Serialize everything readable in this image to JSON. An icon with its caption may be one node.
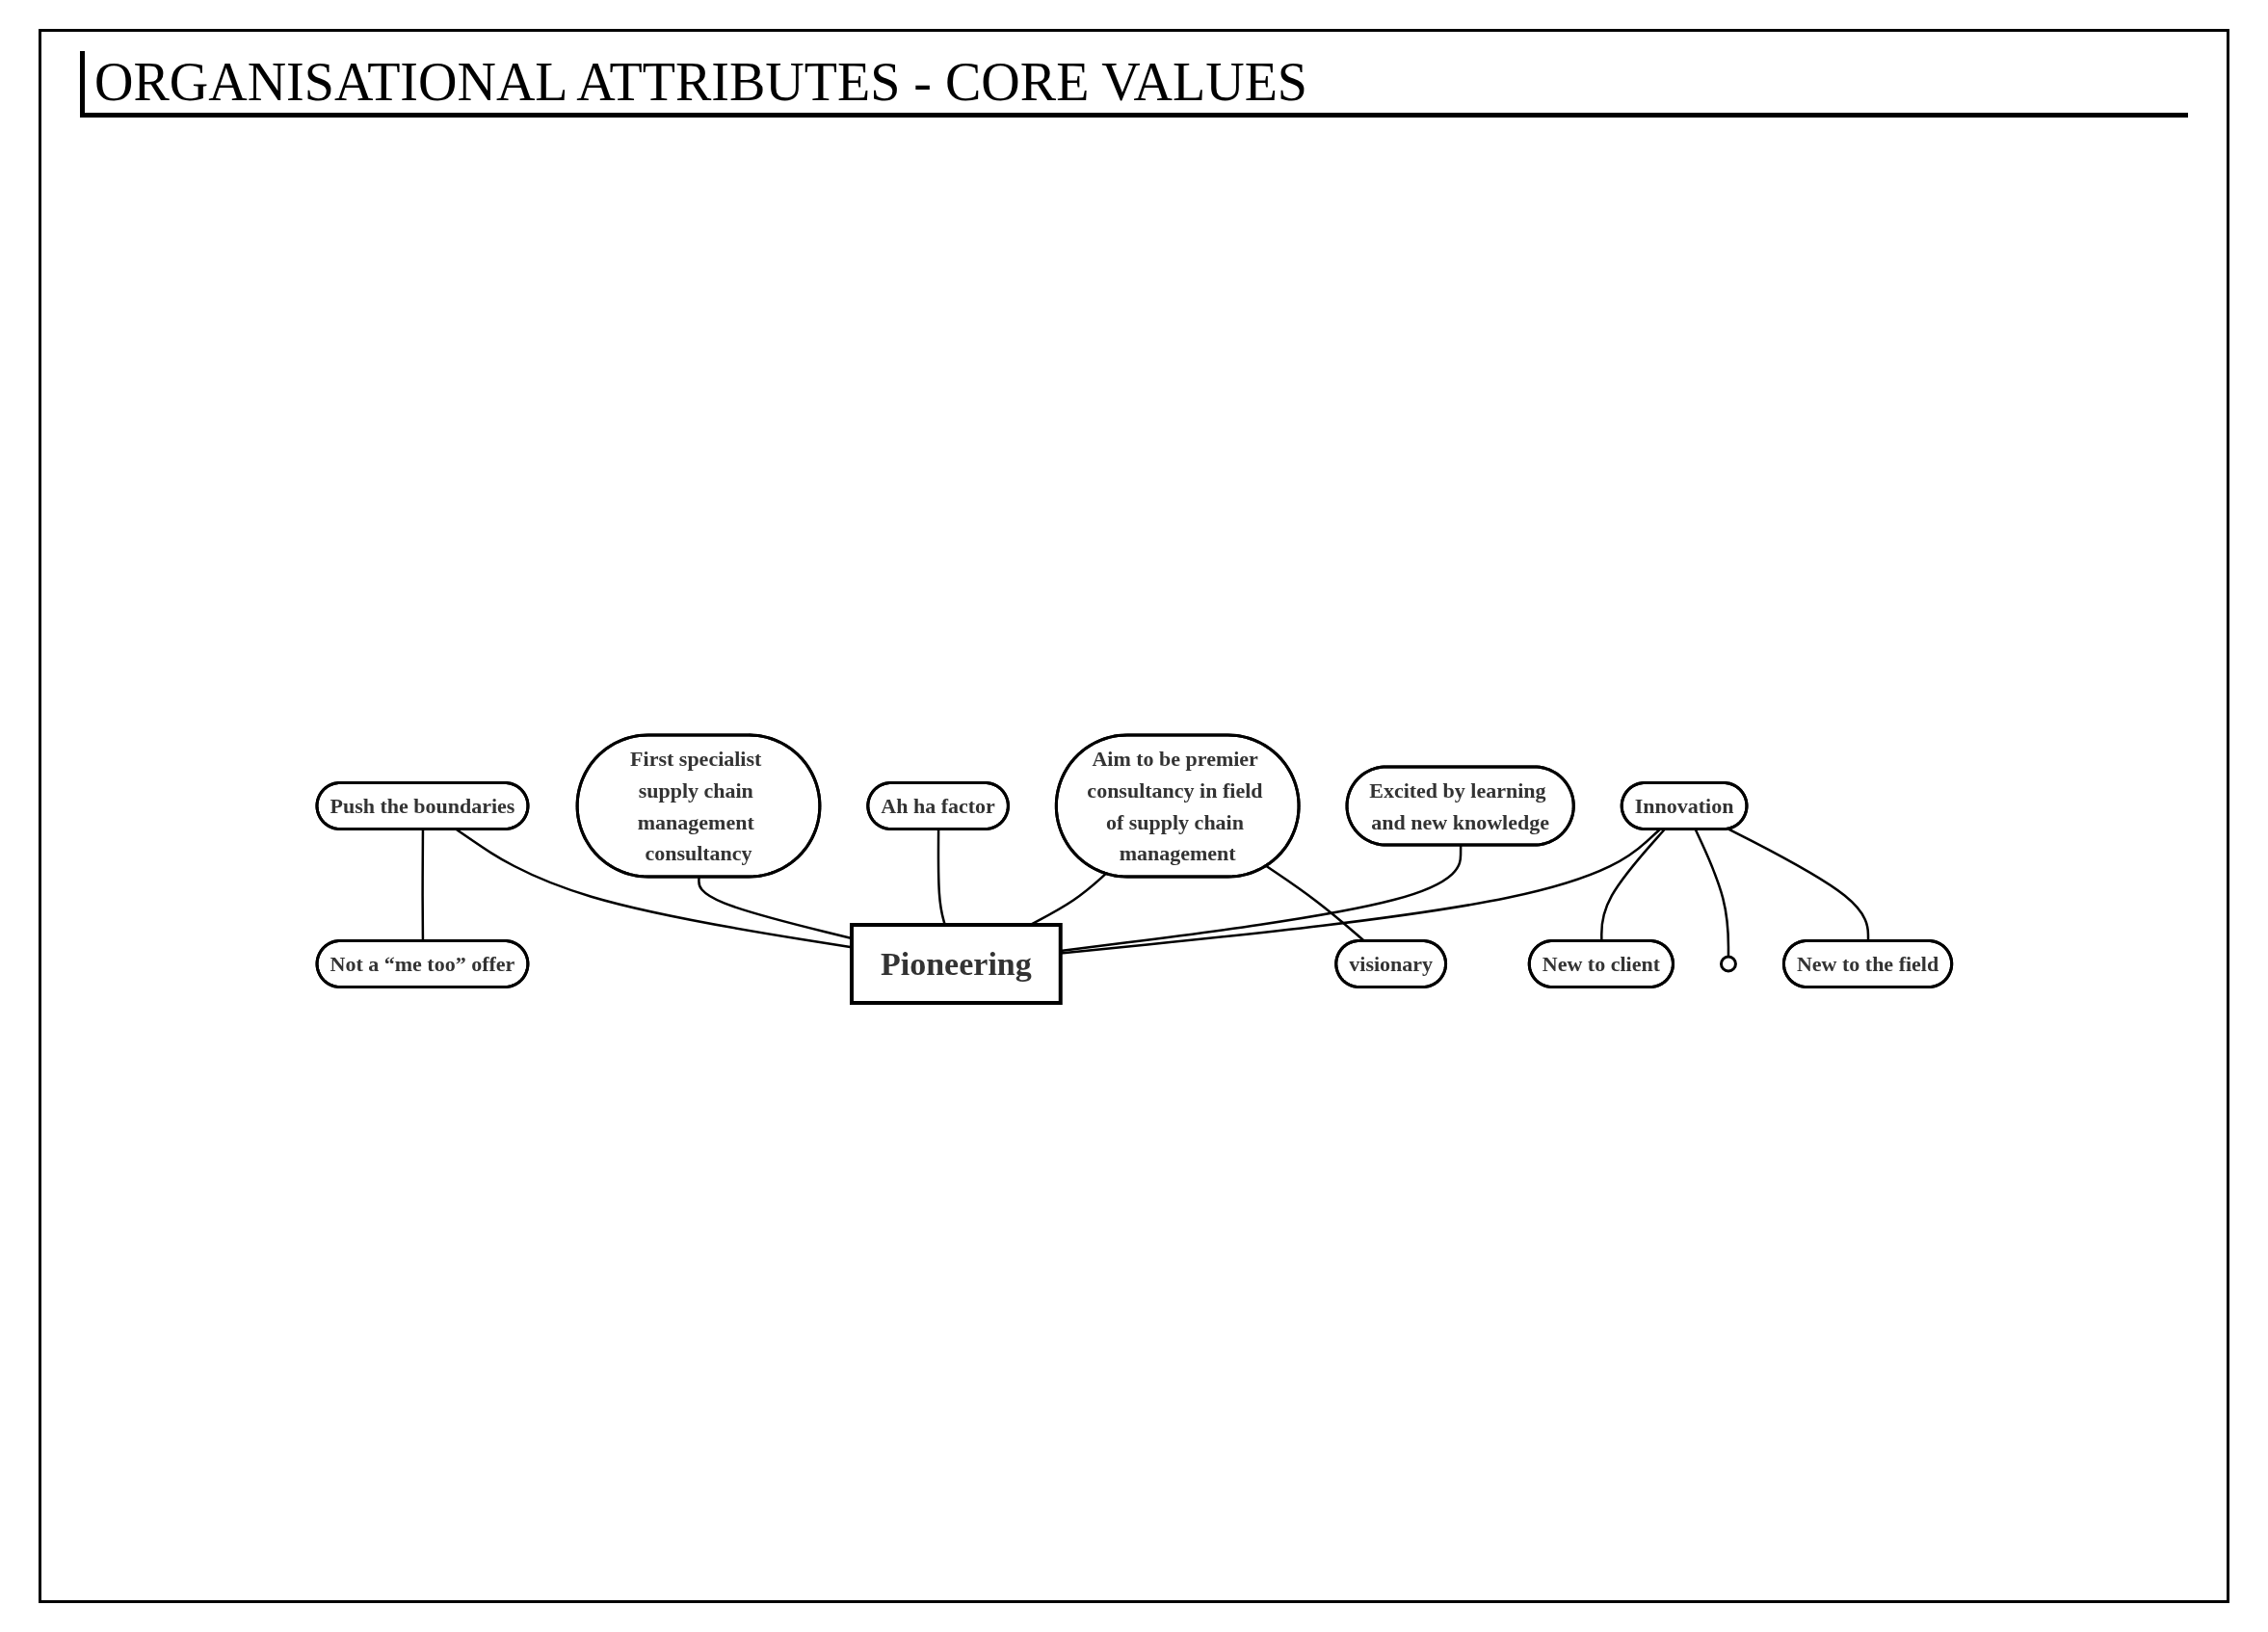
{
  "diagram": {
    "title": "ORGANISATIONAL ATTRIBUTES - CORE VALUES",
    "nodes": [
      {
        "text": [
          "Push the boundaries"
        ]
      },
      {
        "text": [
          "Not a “me too” offer"
        ]
      },
      {
        "text": [
          "Aim to be premier consultancy in field of supply chain management"
        ]
      },
      {
        "text": [
          "First specialist supply chain management consultancy"
        ]
      },
      {
        "text": [
          "visionary"
        ]
      },
      {
        "text": [
          "Pioneering"
        ]
      },
      {
        "text": [
          "Ah ha factor"
        ]
      },
      {
        "text": [
          "Innovation"
        ]
      },
      {
        "text": [
          "Excited by learning and new knowledge"
        ]
      },
      {
        "text": [
          "New to client"
        ]
      },
      {
        "text": [],
        "shape": "circle"
      },
      {
        "text": [
          "New to the field"
        ]
      }
    ],
    "edges": [
      {
        "from": 0,
        "to": 1,
        "arrow": "none"
      },
      {
        "from": 0,
        "to": 5,
        "arrow": "none"
      },
      {
        "from": 3,
        "to": 5,
        "arrow": "none"
      },
      {
        "from": 6,
        "to": 5,
        "arrow": "none"
      },
      {
        "from": 7,
        "to": 5,
        "arrow": "none"
      },
      {
        "from": 2,
        "to": 5,
        "arrow": "none"
      },
      {
        "from": 2,
        "to": 4,
        "arrow": "none"
      },
      {
        "from": 8,
        "to": 5,
        "arrow": "none"
      },
      {
        "from": 7,
        "to": 9,
        "arrow": "none"
      },
      {
        "from": 7,
        "to": 10,
        "arrow": "none"
      },
      {
        "from": 7,
        "to": 11,
        "arrow": "none"
      }
    ]
  }
}
